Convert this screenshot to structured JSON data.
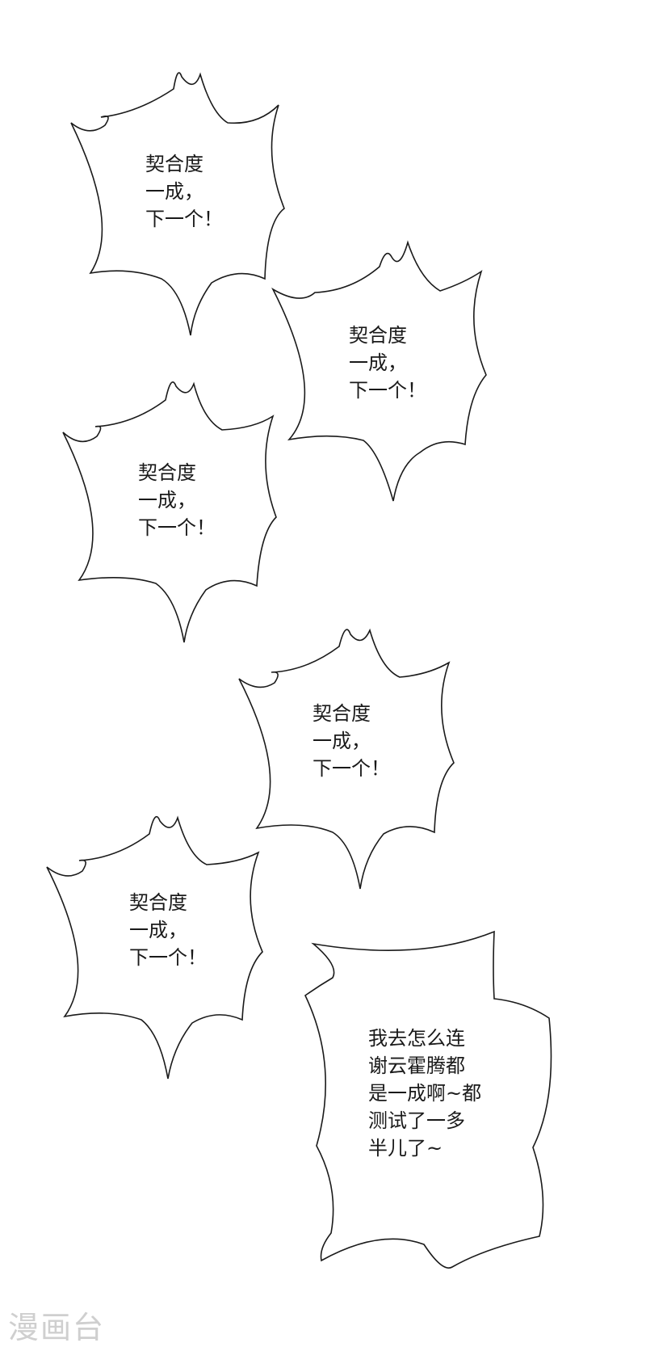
{
  "bubbles": [
    {
      "lines": [
        "契合度",
        "一成，",
        "下一个！"
      ]
    },
    {
      "lines": [
        "契合度",
        "一成，",
        "下一个！"
      ]
    },
    {
      "lines": [
        "契合度",
        "一成，",
        "下一个！"
      ]
    },
    {
      "lines": [
        "契合度",
        "一成，",
        "下一个！"
      ]
    },
    {
      "lines": [
        "契合度",
        "一成，",
        "下一个！"
      ]
    },
    {
      "lines": [
        "我去怎么连",
        "谢云霍腾都",
        "是一成啊~都",
        "测试了一多",
        "半儿了~"
      ]
    }
  ],
  "watermark": "漫画台",
  "colors": {
    "background": "#ffffff",
    "stroke": "#1a1a1a",
    "watermark": "#cfcfcf"
  }
}
